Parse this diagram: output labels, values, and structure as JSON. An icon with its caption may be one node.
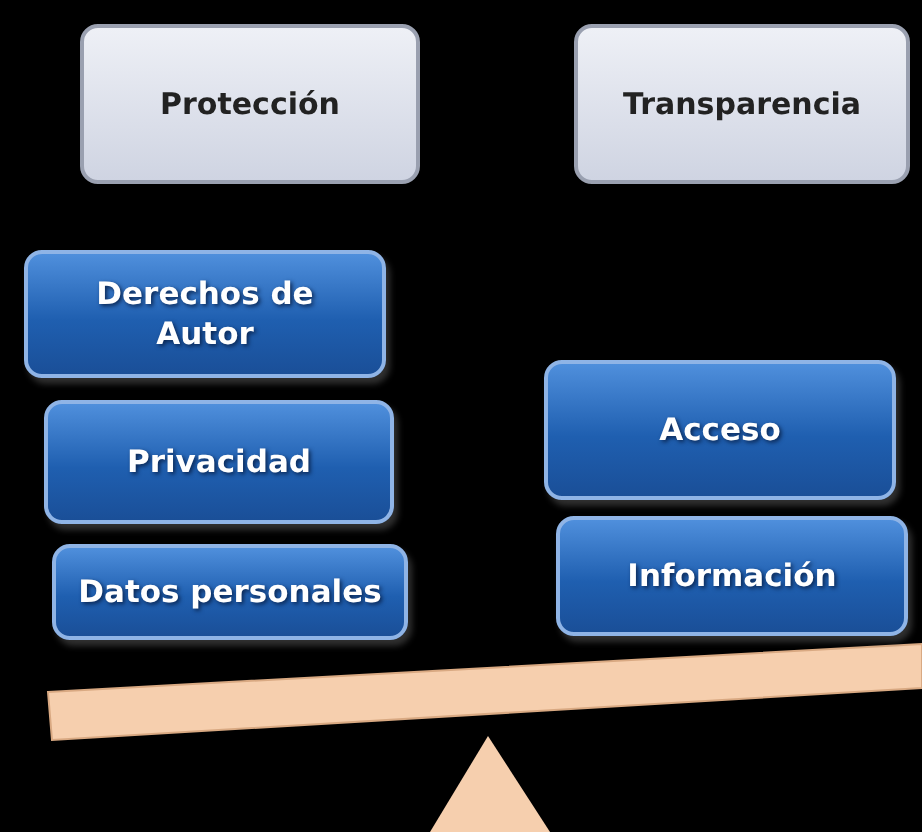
{
  "diagram": {
    "nodes": [
      {
        "text": [
          "Protección"
        ]
      },
      {
        "text": [
          "Transparencia"
        ]
      },
      {
        "text": [
          "Derechos de Autor"
        ]
      },
      {
        "text": [
          "Privacidad"
        ]
      },
      {
        "text": [
          "Datos personales"
        ]
      },
      {
        "text": [
          "Acceso"
        ]
      },
      {
        "text": [
          "Información"
        ]
      }
    ]
  }
}
